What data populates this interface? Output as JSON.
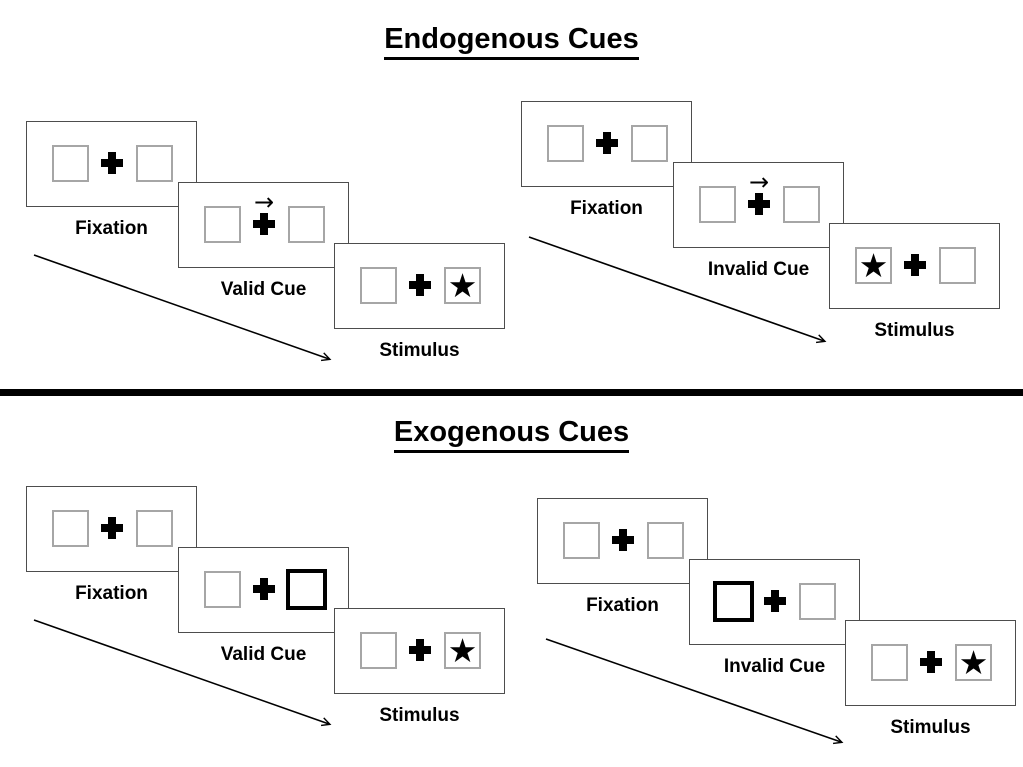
{
  "figure": {
    "kind": "spatial-cueing-paradigm-diagram",
    "sections": [
      {
        "title": "Endogenous Cues",
        "groups": [
          {
            "name": "valid-trial",
            "cue_type": "central-arrow",
            "cue_direction": "right",
            "stimulus_side": "right",
            "steps": [
              {
                "label": "Fixation"
              },
              {
                "label": "Valid Cue"
              },
              {
                "label": "Stimulus"
              }
            ]
          },
          {
            "name": "invalid-trial",
            "cue_type": "central-arrow",
            "cue_direction": "right",
            "stimulus_side": "left",
            "steps": [
              {
                "label": "Fixation"
              },
              {
                "label": "Invalid Cue"
              },
              {
                "label": "Stimulus"
              }
            ]
          }
        ]
      },
      {
        "title": "Exogenous Cues",
        "groups": [
          {
            "name": "valid-trial",
            "cue_type": "peripheral-box-highlight",
            "cue_side": "right",
            "stimulus_side": "right",
            "steps": [
              {
                "label": "Fixation"
              },
              {
                "label": "Valid Cue"
              },
              {
                "label": "Stimulus"
              }
            ]
          },
          {
            "name": "invalid-trial",
            "cue_type": "peripheral-box-highlight",
            "cue_side": "left",
            "stimulus_side": "right",
            "steps": [
              {
                "label": "Fixation"
              },
              {
                "label": "Invalid Cue"
              },
              {
                "label": "Stimulus"
              }
            ]
          }
        ]
      }
    ]
  },
  "icons": {
    "cue_arrow": "→",
    "star_stimulus": "★"
  },
  "colors": {
    "ink": "#000000",
    "panel_border": "#4d4d4d",
    "box_border": "#a6a6a6",
    "background": "#ffffff"
  }
}
